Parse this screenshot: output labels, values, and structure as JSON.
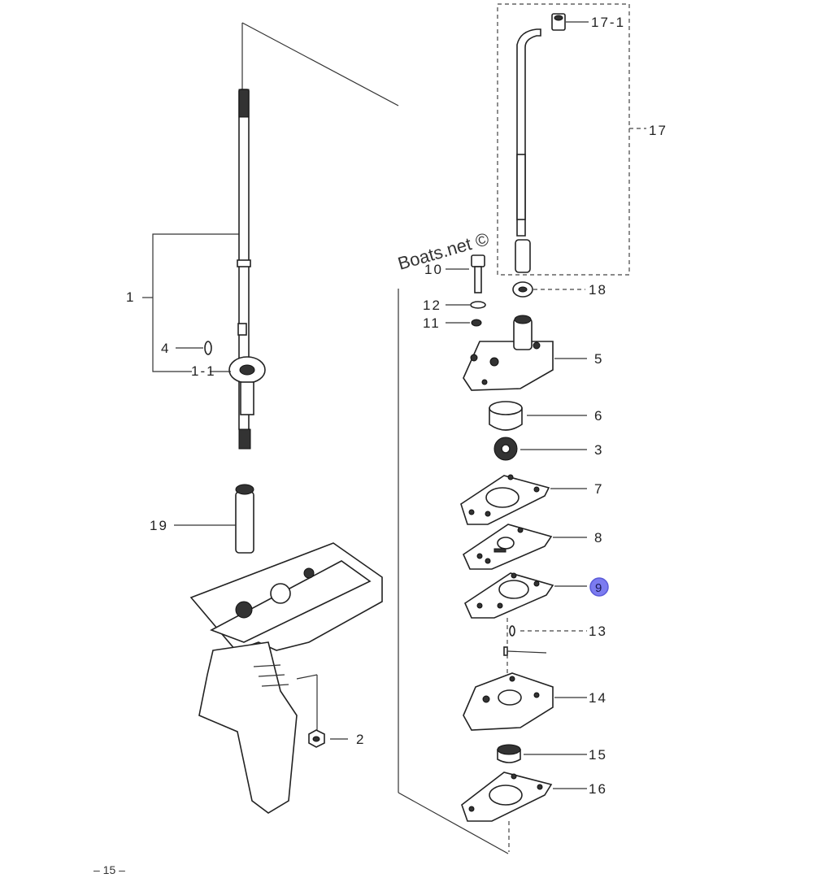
{
  "watermark": "Boats.net ©",
  "page_number": "– 15 –",
  "callouts": {
    "c1": "1",
    "c1_1": "1-1",
    "c4": "4",
    "c19": "19",
    "c2": "2",
    "c17_1": "17-1",
    "c17": "17",
    "c10": "10",
    "c18": "18",
    "c12": "12",
    "c11": "11",
    "c5": "5",
    "c6": "6",
    "c3": "3",
    "c7": "7",
    "c8": "8",
    "c9": "9",
    "c13": "13",
    "c14": "14",
    "c15": "15",
    "c16": "16"
  },
  "highlighted_callout": "9",
  "colors": {
    "highlight": "#7b7bf0",
    "line": "#222222"
  }
}
